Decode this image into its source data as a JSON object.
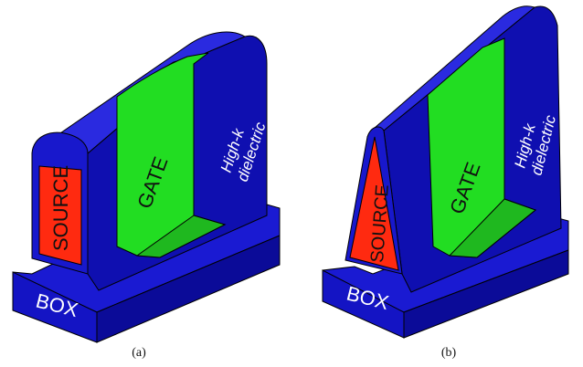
{
  "figure": {
    "panel_a": {
      "caption": "(a)",
      "box_label": "BOX",
      "source_label": "SOURCE",
      "gate_label": "GATE",
      "dielectric_line1": "High-k",
      "dielectric_line2": "dielectric"
    },
    "panel_b": {
      "caption": "(b)",
      "box_label": "BOX",
      "source_label": "SOURCE",
      "gate_label": "GATE",
      "dielectric_line1": "High-k",
      "dielectric_line2": "dielectric"
    }
  },
  "colors": {
    "dielectric": "#1515c8",
    "dielectric_dark": "#0a0a90",
    "dielectric_light": "#2a2ae0",
    "gate": "#22dd22",
    "gate_shade": "#1fb81f",
    "source": "#ff2a10",
    "outline": "#000000",
    "label_light": "#ffffff",
    "label_dark": "#111111"
  }
}
